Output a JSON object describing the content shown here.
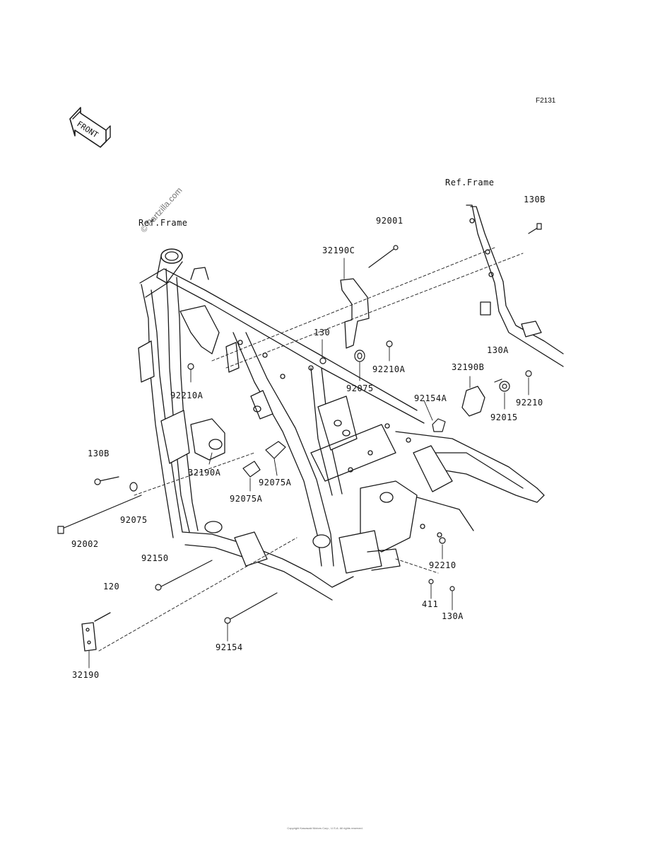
{
  "figure_code": "F2131",
  "front_label": "FRONT",
  "watermark": "© Partzilla.com",
  "ref_frames": [
    "Ref.Frame",
    "Ref.Frame"
  ],
  "parts": [
    "92001",
    "32190C",
    "130",
    "92210A",
    "92075",
    "92210A",
    "130B",
    "130A",
    "32190B",
    "92154A",
    "92210",
    "92015",
    "130B",
    "32190A",
    "92075A",
    "92075A",
    "92075",
    "92002",
    "92150",
    "120",
    "92154",
    "92210",
    "411",
    "130A",
    "32190"
  ],
  "footer_text": "Copyright Kawasaki Motors Corp., U.S.A. All rights reserved."
}
